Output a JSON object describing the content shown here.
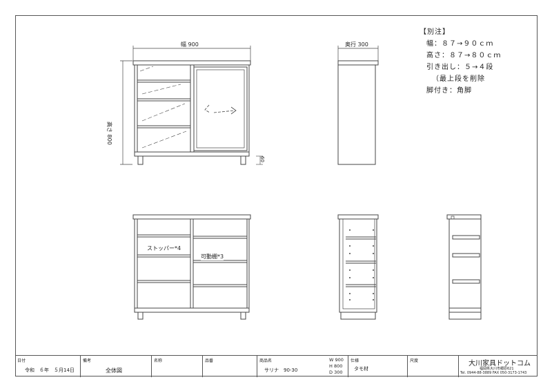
{
  "dims": {
    "front_width": "幅 900",
    "side_depth": "奥行 300",
    "height": "高さ 800",
    "leg": "60"
  },
  "notes": {
    "header": "【別注】",
    "lines": [
      "幅：８７→９０ｃｍ",
      "高さ：８７→８０ｃｍ",
      "引き出し：５→４段",
      "（最上段を削除",
      "脚付き：角脚"
    ]
  },
  "labels": {
    "stopper": "ストッパー*4",
    "shelf": "可動棚*3"
  },
  "title_block": {
    "date_label": "日付",
    "date_value": "令和　６年　５月14日",
    "remarks_label": "備考",
    "remarks_value": "全体図",
    "name_label": "名称",
    "partno_label": "品番",
    "product_label": "商品名",
    "product_value": "サリナ　90-30",
    "w": "W  900",
    "h": "H  800",
    "d": "D  300",
    "spec_label": "仕様",
    "spec_value": "タモ材",
    "scale_label": "尺度",
    "company": "大川家具ドットコム",
    "address": "福岡県大川市郷原621",
    "tel": "Tel. 0944-88-3889  FAX 050-3173-1743"
  }
}
